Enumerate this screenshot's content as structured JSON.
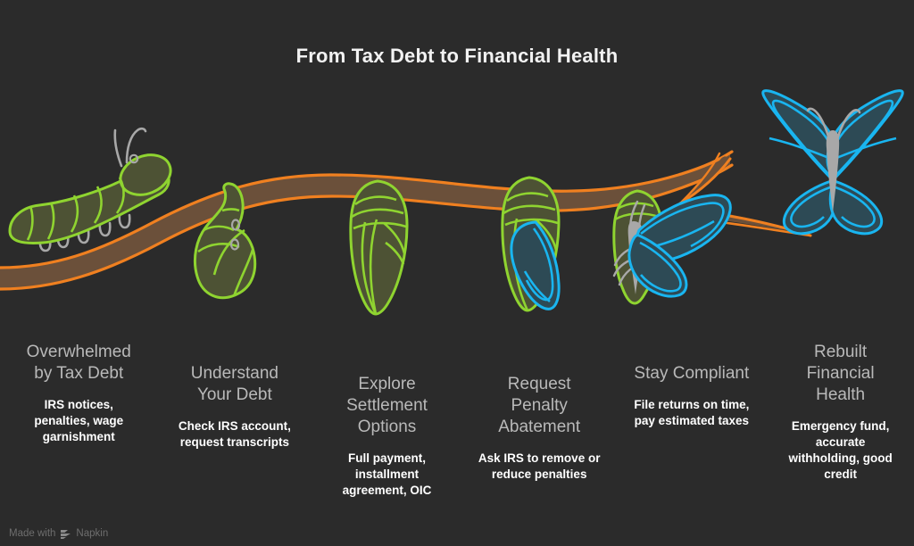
{
  "page": {
    "title": "From Tax Debt to Financial Health",
    "background_color": "#2b2b2b"
  },
  "palette": {
    "background": "#2b2b2b",
    "title_text": "#f2f2f2",
    "heading_text": "#b9b9b9",
    "subtitle_text": "#ffffff",
    "branch_fill": "#6b503a",
    "branch_outline": "#f08020",
    "larva_fill": "#4d5234",
    "larva_outline": "#8fd430",
    "butterfly_fill": "#2d4a55",
    "butterfly_outline": "#19b5f0",
    "body_gray": "#a8a8a8",
    "watermark_text": "#6e6e6e"
  },
  "stages": [
    {
      "heading": "Overwhelmed\nby Tax Debt",
      "subtitle": "IRS notices,\npenalties, wage\ngarnishment",
      "icon": "caterpillar-icon"
    },
    {
      "heading": "Understand\nYour Debt",
      "subtitle": "Check IRS account,\nrequest transcripts",
      "icon": "curled-caterpillar-icon"
    },
    {
      "heading": "Explore\nSettlement\nOptions",
      "subtitle": "Full payment,\ninstallment\nagreement, OIC",
      "icon": "chrysalis-icon"
    },
    {
      "heading": "Request\nPenalty\nAbatement",
      "subtitle": "Ask IRS to remove or\nreduce penalties",
      "icon": "chrysalis-emerging-wing-icon"
    },
    {
      "heading": "Stay Compliant",
      "subtitle": "File returns on time,\npay estimated taxes",
      "icon": "butterfly-emerging-icon"
    },
    {
      "heading": "Rebuilt\nFinancial\nHealth",
      "subtitle": "Emergency fund,\naccurate\nwithholding, good\ncredit",
      "icon": "butterfly-icon"
    }
  ],
  "watermark": {
    "text_before": "Made with",
    "brand": "Napkin"
  }
}
